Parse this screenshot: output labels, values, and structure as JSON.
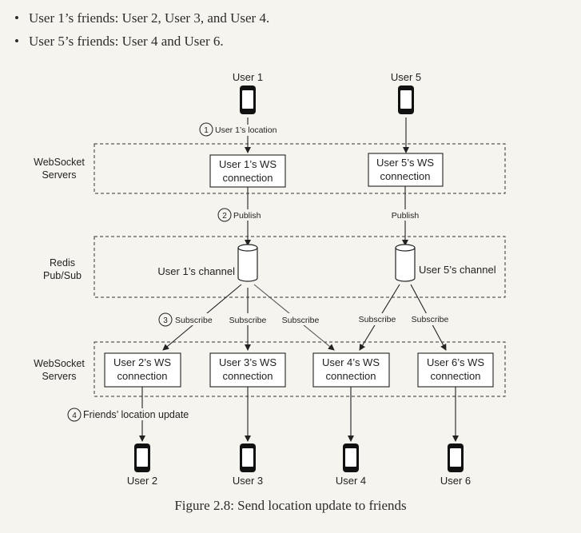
{
  "bullets": [
    "User 1’s friends: User 2, User 3, and User 4.",
    "User 5’s friends: User 4 and User 6."
  ],
  "diagram": {
    "top_users": [
      "User 1",
      "User 5"
    ],
    "steps": {
      "step1_num": "1",
      "step1_label": "User 1’s location",
      "step2_num": "2",
      "step2_label": "Publish",
      "step2b_label": "Publish",
      "step3_num": "3",
      "step4_num": "4",
      "step4_label": "Friends’ location update"
    },
    "subscribe_labels": [
      "Subscribe",
      "Subscribe",
      "Subscribe",
      "Subscribe",
      "Subscribe"
    ],
    "tiers": {
      "websocket_top_line1": "WebSocket",
      "websocket_top_line2": "Servers",
      "redis_line1": "Redis",
      "redis_line2": "Pub/Sub",
      "websocket_bottom_line1": "WebSocket",
      "websocket_bottom_line2": "Servers"
    },
    "top_connections": [
      {
        "line1": "User 1’s WS",
        "line2": "connection"
      },
      {
        "line1": "User 5’s WS",
        "line2": "connection"
      }
    ],
    "channels": [
      "User 1’s channel",
      "User 5’s channel"
    ],
    "bottom_connections": [
      {
        "line1": "User 2’s WS",
        "line2": "connection"
      },
      {
        "line1": "User 3’s WS",
        "line2": "connection"
      },
      {
        "line1": "User 4’s WS",
        "line2": "connection"
      },
      {
        "line1": "User 6’s WS",
        "line2": "connection"
      }
    ],
    "bottom_users": [
      "User 2",
      "User 3",
      "User 4",
      "User 6"
    ]
  },
  "caption": "Figure 2.8: Send location update to friends"
}
